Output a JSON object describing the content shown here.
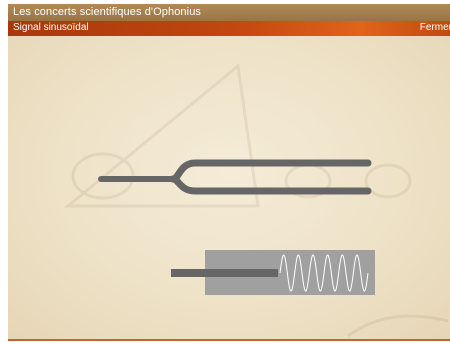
{
  "window": {
    "title": "Les concerts scientifiques d'Ophonius"
  },
  "toolbar": {
    "section_title": "Signal sinusoïdal",
    "close_label": "Fermer"
  },
  "colors": {
    "title_bar": "#9a7445",
    "section_bar": "#c2460f",
    "background": "#eee2c8",
    "fork": "#666666",
    "signal_box": "#a0a0a0"
  },
  "icons": [
    "tuning-fork-icon",
    "sine-wave-icon"
  ]
}
